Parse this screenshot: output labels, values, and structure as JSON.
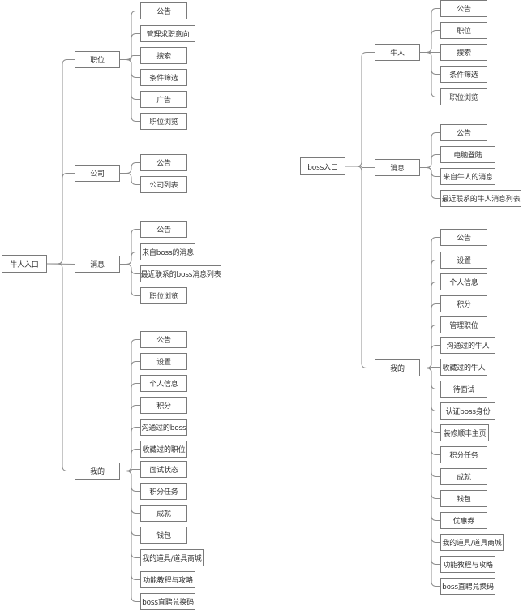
{
  "line_color": "#8c8c8c",
  "box_border_color": "#7a7a7a",
  "trees": [
    {
      "label": "牛人入口",
      "children": [
        {
          "label": "职位",
          "children": [
            "公告",
            "管理求职意向",
            "搜索",
            "条件筛选",
            "广告",
            "职位浏览"
          ]
        },
        {
          "label": "公司",
          "children": [
            "公告",
            "公司列表"
          ]
        },
        {
          "label": "消息",
          "children": [
            "公告",
            "来自boss的消息",
            "最近联系的boss消息列表",
            "职位浏览"
          ]
        },
        {
          "label": "我的",
          "children": [
            "公告",
            "设置",
            "个人信息",
            "积分",
            "沟通过的boss",
            "收藏过的职位",
            "面试状态",
            "积分任务",
            "成就",
            "钱包",
            "我的道具/道具商城",
            "功能教程与攻略",
            "boss直聘兑换码"
          ]
        }
      ]
    },
    {
      "label": "boss入口",
      "children": [
        {
          "label": "牛人",
          "children": [
            "公告",
            "职位",
            "搜索",
            "条件筛选",
            "职位浏览"
          ]
        },
        {
          "label": "消息",
          "children": [
            "公告",
            "电脑登陆",
            "来自牛人的消息",
            "最近联系的牛人消息列表"
          ]
        },
        {
          "label": "我的",
          "children": [
            "公告",
            "设置",
            "个人信息",
            "积分",
            "管理职位",
            "沟通过的牛人",
            "收藏过的牛人",
            "待面试",
            "认证boss身份",
            "装修顺丰主页",
            "积分任务",
            "成就",
            "钱包",
            "优惠券",
            "我的道具/道具商城",
            "功能教程与攻略",
            "boss直聘兑换码"
          ]
        }
      ]
    }
  ]
}
